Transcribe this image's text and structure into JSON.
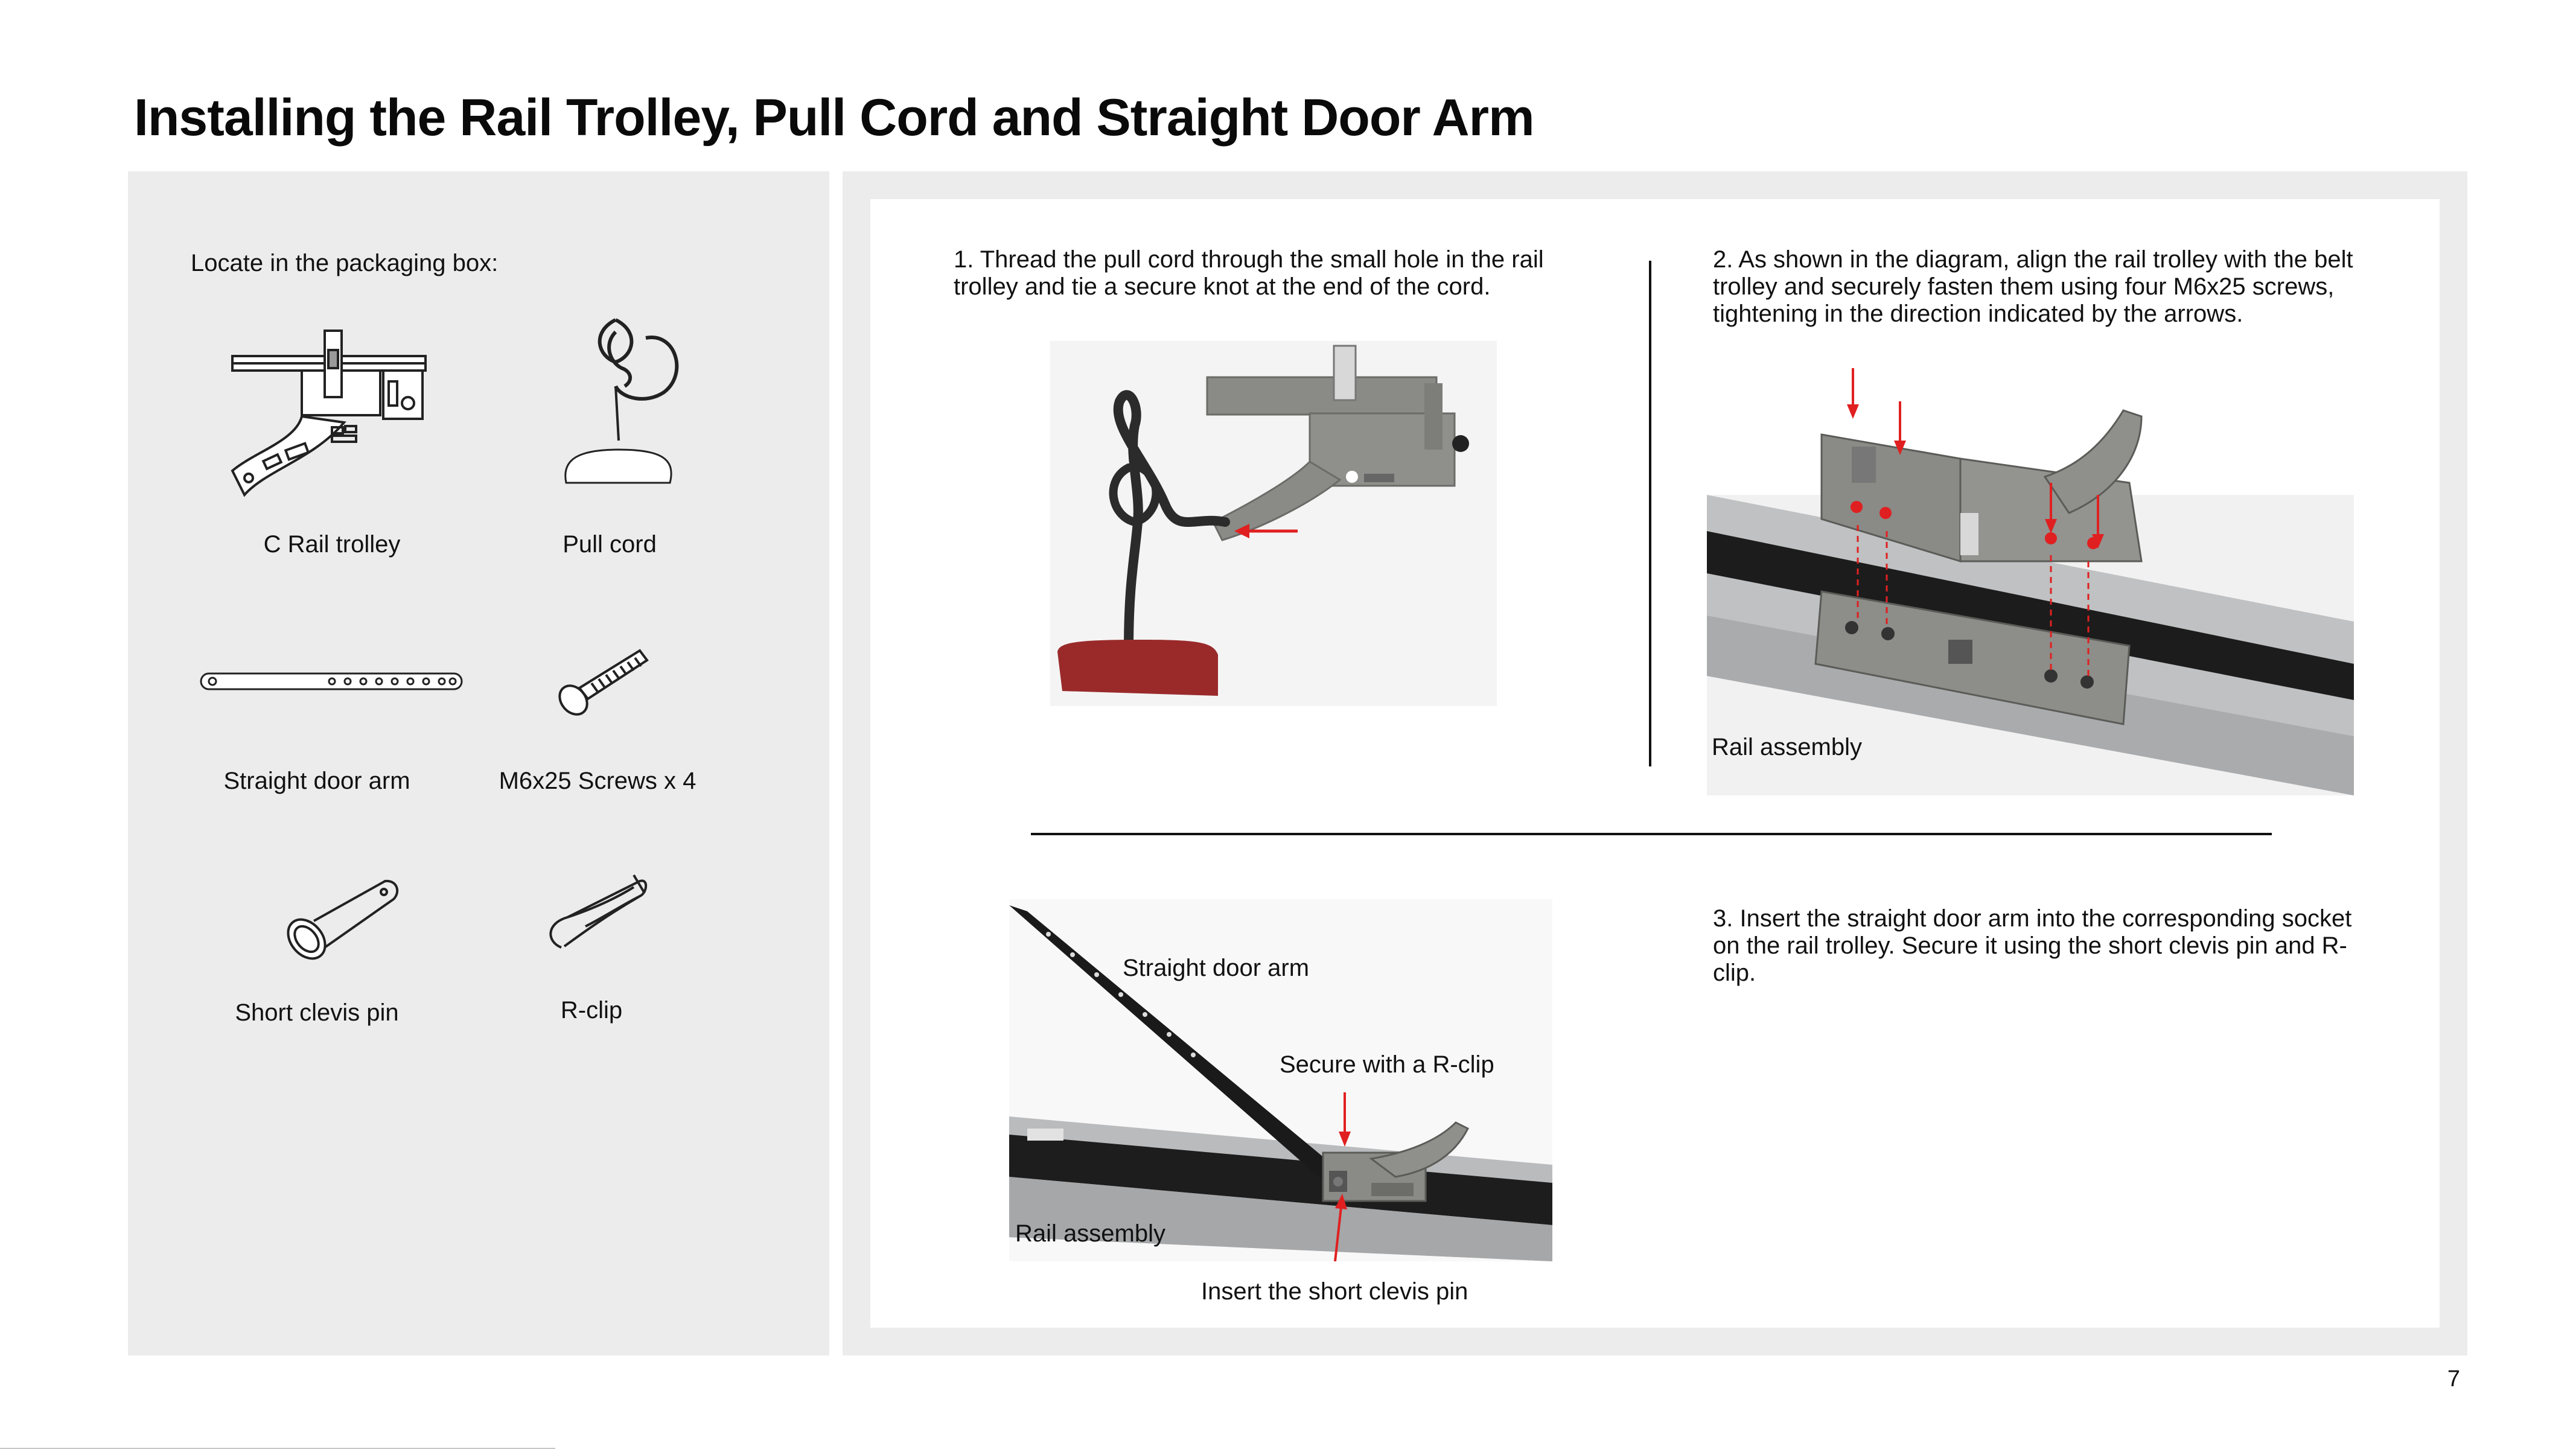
{
  "page": {
    "title": "Installing the Rail Trolley, Pull Cord and Straight Door Arm",
    "page_number": "7"
  },
  "parts_panel": {
    "heading": "Locate in the packaging box:",
    "items": [
      {
        "label": "C Rail trolley",
        "icon": "rail-trolley-icon"
      },
      {
        "label": "Pull cord",
        "icon": "pull-cord-icon"
      },
      {
        "label": "Straight door arm",
        "icon": "straight-door-arm-icon"
      },
      {
        "label": "M6x25 Screws x 4",
        "icon": "screw-icon"
      },
      {
        "label": "Short clevis pin",
        "icon": "clevis-pin-icon"
      },
      {
        "label": "R-clip",
        "icon": "r-clip-icon"
      }
    ]
  },
  "steps": [
    {
      "text": "1. Thread the pull cord through the small hole in the rail trolley and tie a secure knot at the end of the cord."
    },
    {
      "text": "2. As shown in the diagram, align the rail trolley with the belt trolley and securely fasten them using four M6x25 screws, tightening in the direction indicated by the arrows."
    },
    {
      "text": "3. Insert the straight door arm into the corresponding socket on the rail trolley. Secure it using the short clevis pin and R-clip."
    }
  ],
  "callouts": {
    "step2_rail": "Rail assembly",
    "step3_arm": "Straight door arm",
    "step3_rclip": "Secure with a R-clip",
    "step3_rail": "Rail assembly",
    "step3_pin": "Insert the short clevis pin"
  },
  "colors": {
    "panel_gray": "#ececec",
    "arrow_red": "#e02020",
    "trolley_gray": "#8a8a86",
    "handle_red": "#9a2a2a"
  }
}
